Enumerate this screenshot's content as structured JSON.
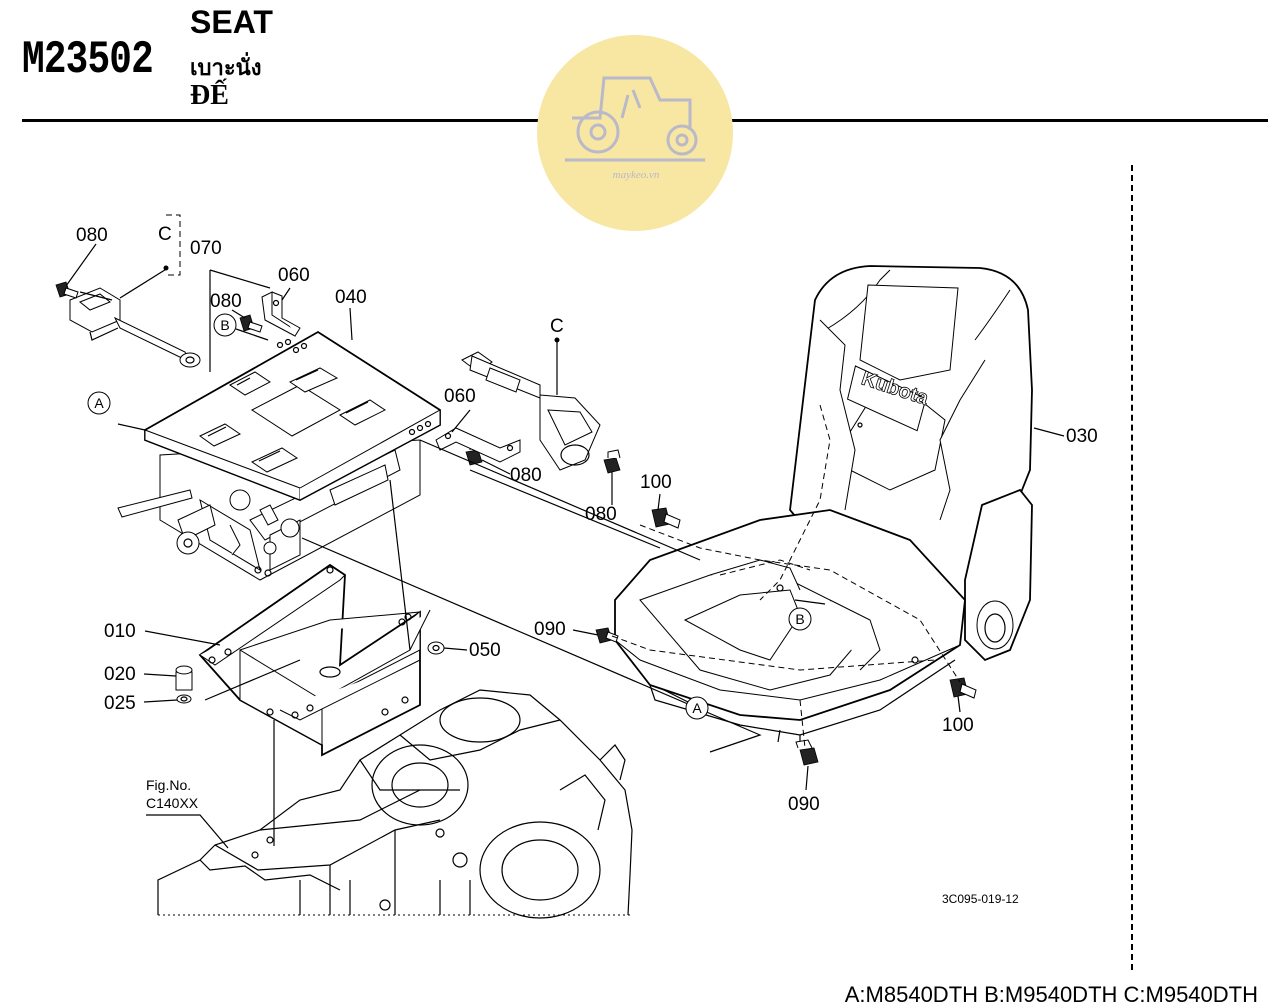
{
  "header": {
    "code": "M23502",
    "title_en": "SEAT",
    "title_th": "เบาะนั่ง",
    "title_vi": "ĐẾ"
  },
  "watermark": {
    "text": "maykeo.vn",
    "color": "#f7e7a3"
  },
  "parts": {
    "p010": "010",
    "p020": "020",
    "p025": "025",
    "p030": "030",
    "p040": "040",
    "p050": "050",
    "p060a": "060",
    "p060b": "060",
    "p070": "070",
    "p080a": "080",
    "p080b": "080",
    "p080c": "080",
    "p080d": "080",
    "p090a": "090",
    "p090b": "090",
    "p100a": "100",
    "p100b": "100"
  },
  "callouts": {
    "a": "A",
    "b": "B",
    "c": "C"
  },
  "fig_ref": {
    "line1": "Fig.No.",
    "line2": "C140XX"
  },
  "drawing_no": "3C095-019-12",
  "footer": "A:M8540DTH B:M9540DTH C:M9540DTH"
}
